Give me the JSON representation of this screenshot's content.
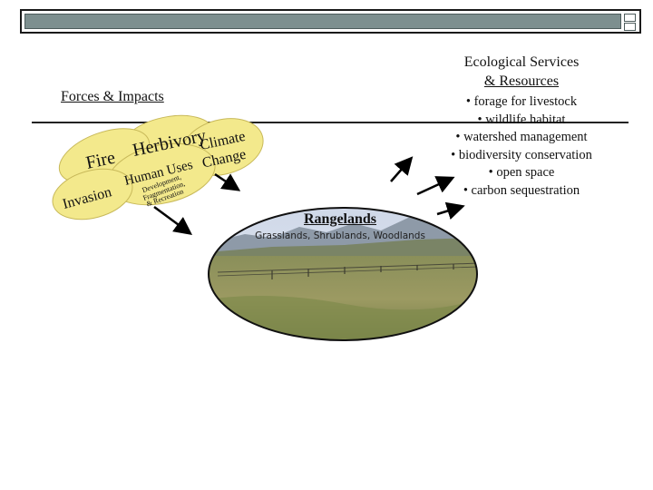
{
  "header": {
    "bar": "slide-title-bar"
  },
  "forces": {
    "title": "Forces & Impacts"
  },
  "ecology": {
    "title_line1": "Ecological Services",
    "title_line2": "& Resources",
    "items": [
      "• forage for livestock",
      "• wildlife habitat",
      "• watershed management",
      "• biodiversity conservation",
      "• open space",
      "• carbon sequestration"
    ]
  },
  "bubbles": {
    "herbivory": "Herbivory",
    "climate_line1": "Climate",
    "climate_line2": "Change",
    "fire": "Fire",
    "human_uses": "Human Uses",
    "human_line1": "Development,",
    "human_line2": "Fragmentation,",
    "human_line3": "& Recreation",
    "invasion": "Invasion"
  },
  "rangelands": {
    "title": "Rangelands",
    "subtitle": "Grasslands, Shrublands, Woodlands"
  },
  "colors": {
    "bubble": "#f3e98c",
    "bubble_stroke": "#c8b95a",
    "stripe": "#7d8f8f"
  }
}
